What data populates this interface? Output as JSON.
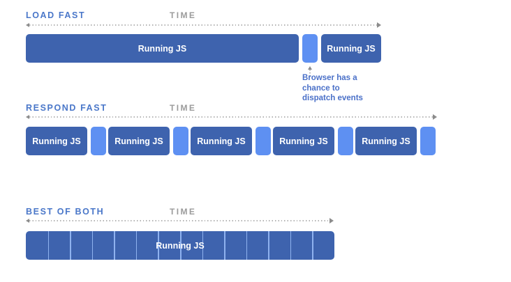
{
  "colors": {
    "background": "#ffffff",
    "js_block": "#3e63ae",
    "idle_block": "#5e90f2",
    "section_title": "#4a77c9",
    "time_label": "#9b9b9b",
    "axis_dots": "#b3b3b3",
    "axis_arrow": "#8c8c8c",
    "annotation": "#4a70c8",
    "block_label": "#ffffff",
    "segment_divider": "#8fb2ef"
  },
  "sections": [
    {
      "title": "LOAD FAST",
      "axis_label": "TIME",
      "blocks": [
        {
          "kind": "running-js",
          "label": "Running JS"
        },
        {
          "kind": "idle-gap",
          "label": ""
        },
        {
          "kind": "running-js",
          "label": "Running JS"
        }
      ],
      "annotation": {
        "lines": [
          "Browser has a",
          "chance to",
          "dispatch events"
        ]
      }
    },
    {
      "title": "RESPOND FAST",
      "axis_label": "TIME",
      "blocks": [
        {
          "kind": "running-js",
          "label": "Running JS"
        },
        {
          "kind": "idle-gap",
          "label": ""
        },
        {
          "kind": "running-js",
          "label": "Running JS"
        },
        {
          "kind": "idle-gap",
          "label": ""
        },
        {
          "kind": "running-js",
          "label": "Running JS"
        },
        {
          "kind": "idle-gap",
          "label": ""
        },
        {
          "kind": "running-js",
          "label": "Running JS"
        },
        {
          "kind": "idle-gap",
          "label": ""
        },
        {
          "kind": "running-js",
          "label": "Running JS"
        },
        {
          "kind": "idle-gap",
          "label": ""
        }
      ]
    },
    {
      "title": "BEST OF BOTH",
      "axis_label": "TIME",
      "bar_label": "Running JS",
      "segments": 14
    }
  ]
}
